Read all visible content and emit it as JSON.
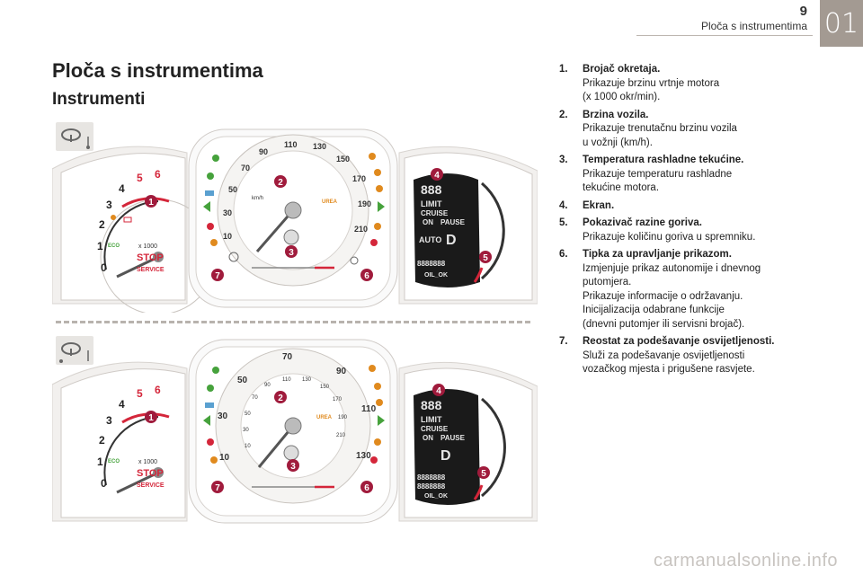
{
  "header": {
    "page_number": "9",
    "running_title": "Ploča s instrumentima",
    "chapter": "01"
  },
  "title": "Ploča s instrumentima",
  "subtitle": "Instrumenti",
  "figure": {
    "tach_ticks": [
      "0",
      "1",
      "2",
      "3",
      "4",
      "5",
      "6"
    ],
    "tach_unit": "x 1000",
    "stop_label": "STOP",
    "service_label": "SERVICE",
    "eco_label": "ECO",
    "speed_unit": "km/h",
    "urea_label": "UREA",
    "speed_ticks_top": [
      "10",
      "30",
      "50",
      "70",
      "90",
      "110",
      "130",
      "150",
      "170",
      "190",
      "210"
    ],
    "speed_ticks_bot_outer": [
      "10",
      "30",
      "50",
      "70",
      "90",
      "110",
      "130"
    ],
    "speed_ticks_bot_inner": [
      "10",
      "30",
      "50",
      "70",
      "90",
      "110",
      "130",
      "150",
      "170",
      "190",
      "210"
    ],
    "display": {
      "line_limit": "LIMIT",
      "line_cruise": "CRUISE",
      "line_on": "ON",
      "line_pause": "PAUSE",
      "line_auto": "AUTO",
      "gear_char": "D",
      "line_oil": "OIL_OK",
      "digits_small": "888",
      "digits_long": "8888888"
    },
    "callouts": [
      "1",
      "2",
      "3",
      "4",
      "5",
      "6",
      "7"
    ],
    "colors": {
      "callout": "#a01b3c",
      "red_zone": "#d4263a",
      "telltale_green": "#46a23c",
      "telltale_orange": "#e08a1e"
    }
  },
  "legend": [
    {
      "num": "1.",
      "name": "Brojač okretaja.",
      "desc": "Prikazuje brzinu vrtnje motora\n(x 1000 okr/min)."
    },
    {
      "num": "2.",
      "name": "Brzina vozila.",
      "desc": "Prikazuje trenutačnu brzinu vozila\nu vožnji (km/h)."
    },
    {
      "num": "3.",
      "name": "Temperatura rashladne tekućine.",
      "desc": "Prikazuje temperaturu rashladne\ntekućine motora."
    },
    {
      "num": "4.",
      "name": "Ekran.",
      "desc": ""
    },
    {
      "num": "5.",
      "name": "Pokazivač razine goriva.",
      "desc": "Prikazuje količinu goriva u spremniku."
    },
    {
      "num": "6.",
      "name": "Tipka za upravljanje prikazom.",
      "desc": "Izmjenjuje prikaz autonomije i dnevnog\nputomjera.\nPrikazuje informacije o održavanju.\nInicijalizacija odabrane funkcije\n(dnevni putomjer ili servisni brojač)."
    },
    {
      "num": "7.",
      "name": "Reostat za podešavanje osvijetljenosti.",
      "desc": "Služi za podešavanje osvijetljenosti\nvozačkog mjesta i prigušene rasvjete."
    }
  ],
  "watermark": "carmanualsonline.info"
}
